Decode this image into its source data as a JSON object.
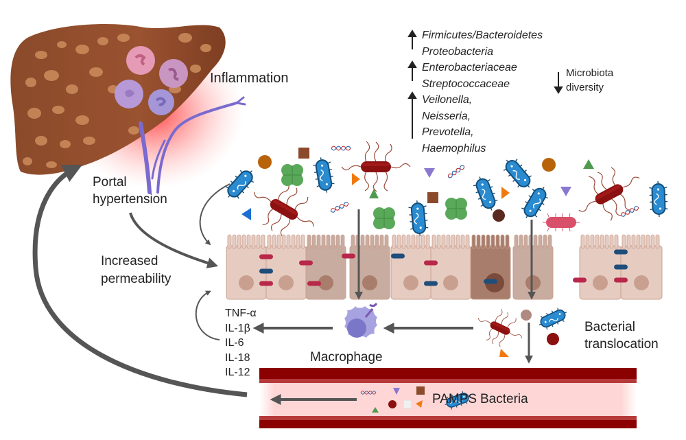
{
  "labels": {
    "inflammation": "Inflammation",
    "portal_hypertension": [
      "Portal",
      "hypertension"
    ],
    "increased_permeability": [
      "Increased",
      "permeability"
    ],
    "macrophage": "Macrophage",
    "bacterial_translocation": [
      "Bacterial",
      "translocation"
    ],
    "pamps": "PAMPS",
    "bacteria": "Bacteria",
    "microbiota_diversity": [
      "Microbiota",
      "diversity"
    ]
  },
  "microbiota_changes": {
    "groups": [
      {
        "direction": "increase",
        "taxa": [
          "Firmicutes/Bacteroidetes",
          "Proteobacteria"
        ]
      },
      {
        "direction": "increase",
        "taxa": [
          "Enterobacteriaceae",
          "Streptococcaceae"
        ]
      },
      {
        "direction": "increase",
        "taxa": [
          "Veilonella,",
          "Neisseria,",
          "Prevotella,",
          "Haemophilus"
        ]
      }
    ],
    "diversity_direction": "decrease"
  },
  "cytokines": [
    "TNF-α",
    "IL-1β",
    "IL-6",
    "IL-18",
    "IL-12"
  ],
  "colors": {
    "liver": "#8b4a2b",
    "liver_nodule": "#c9895a",
    "inflammation_glow": "#ff3b3b",
    "vessel_wall": "#8b0000",
    "vessel_lumen": "#ffd6d6",
    "epithelium": "#e6cbc0",
    "epithelium_dark": "#a97d6c",
    "tight_junction_red": "#b8284a",
    "tight_junction_blue": "#1f4e7a",
    "bacillus_blue": "#2a8bd0",
    "flagellated_red": "#8b1010",
    "cocci_green": "#5aa85a",
    "arrow": "#555555",
    "macrophage": "#a7a3e0"
  }
}
